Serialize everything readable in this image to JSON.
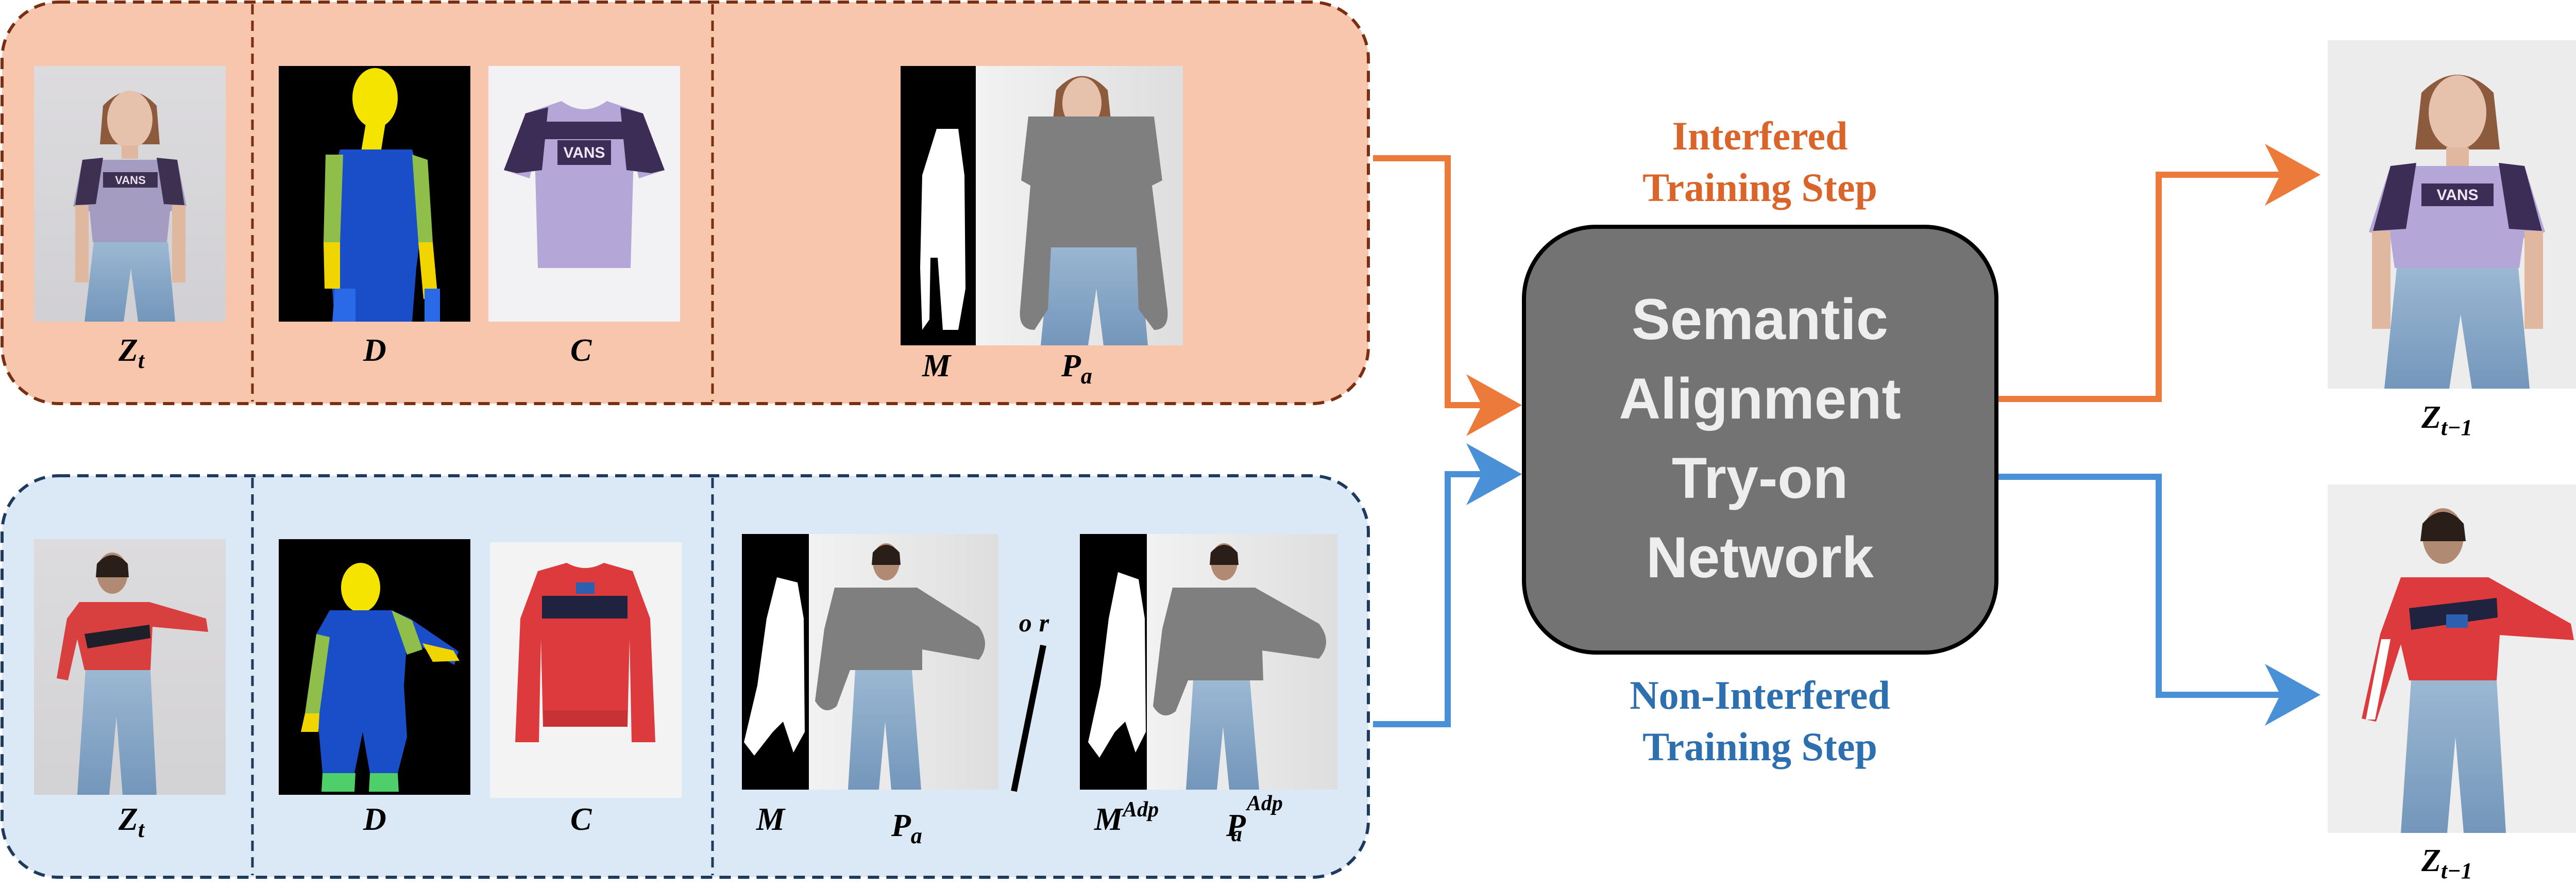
{
  "colors": {
    "top_panel_fill": "#f8c6ad",
    "top_panel_border": "#7a2e12",
    "bottom_panel_fill": "#dbe8f5",
    "bottom_panel_border": "#1f3a5f",
    "network_fill": "#737373",
    "network_text": "#eeeeee",
    "interfered_color": "#d9652a",
    "non_interfered_color": "#2e6fb0",
    "arrow_orange": "#ec7a3a",
    "arrow_blue": "#4a90d6"
  },
  "network": {
    "lines": [
      "Semantic",
      "Alignment",
      "Try-on",
      "Network"
    ]
  },
  "steps": {
    "interfered": [
      "Interfered",
      "Training Step"
    ],
    "non_interfered": [
      "Non-Interfered",
      "Training Step"
    ]
  },
  "top_row": {
    "labels": {
      "zt": {
        "base": "Z",
        "sub": "t"
      },
      "d": {
        "base": "D"
      },
      "c": {
        "base": "C"
      },
      "m": {
        "base": "M"
      },
      "pa": {
        "base": "P",
        "sub": "a"
      }
    },
    "garment_logo": "VANS"
  },
  "bottom_row": {
    "labels": {
      "zt": {
        "base": "Z",
        "sub": "t"
      },
      "d": {
        "base": "D"
      },
      "c": {
        "base": "C"
      },
      "m": {
        "base": "M"
      },
      "pa": {
        "base": "P",
        "sub": "a"
      },
      "madp": {
        "base": "M",
        "sup": "Adp"
      },
      "padp": {
        "base": "P",
        "sub": "a",
        "sup": "Adp"
      }
    },
    "or_text": "or"
  },
  "outputs": {
    "top": {
      "base": "Z",
      "sub": "t−1"
    },
    "bottom": {
      "base": "Z",
      "sub": "t−1"
    },
    "top_logo": "VANS"
  }
}
